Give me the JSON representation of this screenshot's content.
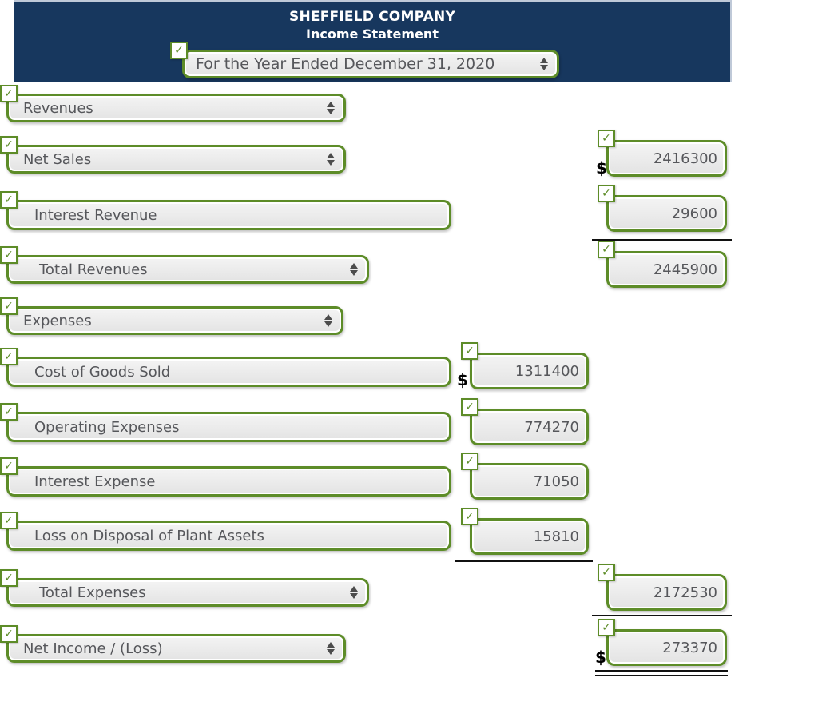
{
  "header": {
    "company": "SHEFFIELD COMPANY",
    "statement": "Income Statement",
    "period": "For the Year Ended December 31, 2020"
  },
  "labels": [
    {
      "text": "Revenues"
    },
    {
      "text": "Net Sales"
    },
    {
      "text": "Interest Revenue"
    },
    {
      "text": "Total Revenues"
    },
    {
      "text": "Expenses"
    },
    {
      "text": "Cost of Goods Sold"
    },
    {
      "text": "Operating Expenses"
    },
    {
      "text": "Interest Expense"
    },
    {
      "text": "Loss on Disposal of Plant Assets"
    },
    {
      "text": "Total Expenses"
    },
    {
      "text": "Net Income / (Loss)"
    }
  ],
  "amounts": {
    "net_sales": "2416300",
    "interest_revenue": "29600",
    "total_revenues": "2445900",
    "cost_of_goods_sold": "1311400",
    "operating_expenses": "774270",
    "interest_expense": "71050",
    "loss_on_disposal": "15810",
    "total_expenses": "2172530",
    "net_income": "273370"
  },
  "currency_symbol": "$",
  "icons": {
    "checkmark": "✓"
  },
  "colors": {
    "header_bg": "#17375e",
    "field_border_green": "#5d8c28",
    "checkmark_green": "#5d8c28",
    "box_fill": "#ebebeb",
    "text_gray": "#56575b",
    "rule_black": "#111111"
  }
}
